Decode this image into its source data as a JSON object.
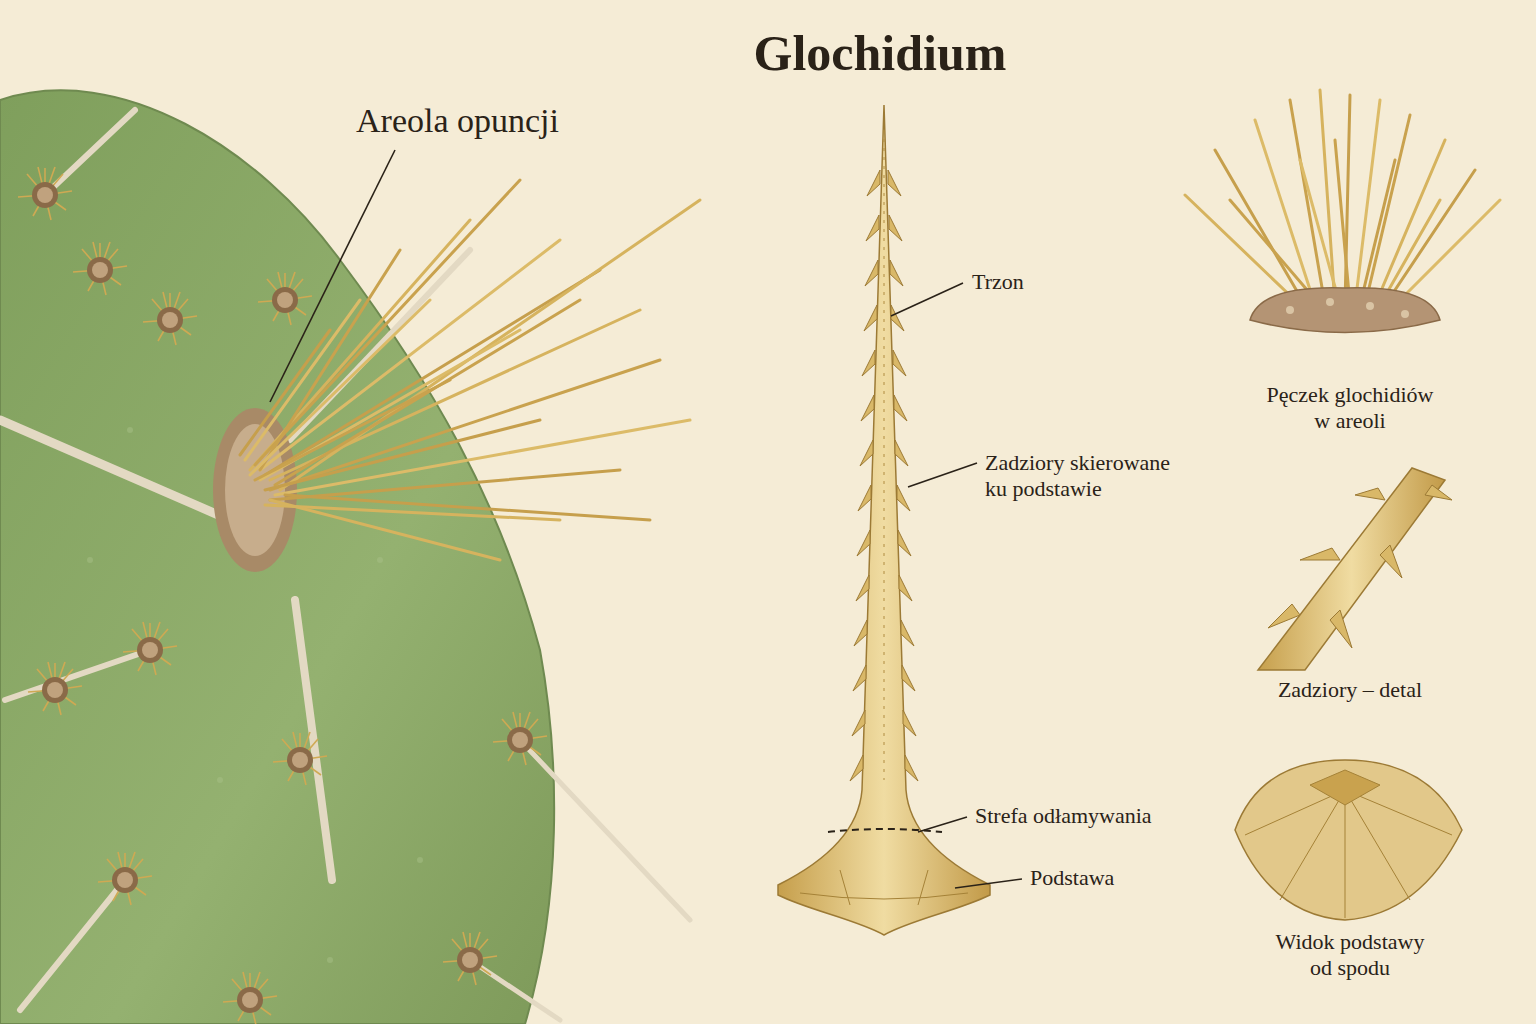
{
  "diagram": {
    "title": "Glochidium",
    "labels": [
      "Areola opuncji",
      "Trzon",
      "Zadziory skierowane ku podstawie",
      "Strefa odłamywania",
      "Podstawa",
      "Pęczek glochidiów w areoli",
      "Zadziory – detal",
      "Widok podstawy od spodu"
    ]
  }
}
